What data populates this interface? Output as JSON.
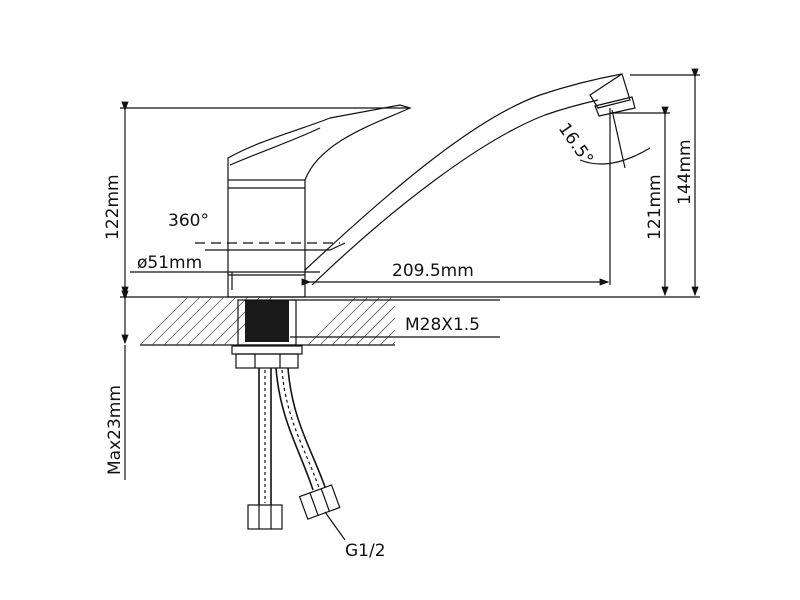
{
  "title": "Faucet technical drawing",
  "dimensions": {
    "height_body": "122mm",
    "rotation": "360°",
    "base_diameter": "ø51mm",
    "reach": "209.5mm",
    "spout_angle": "16.5°",
    "spout_height": "121mm",
    "total_height": "144mm",
    "thread": "M28X1.5",
    "max_counter": "Max23mm",
    "hose_thread": "G1/2"
  },
  "colors": {
    "line": "#111111",
    "shank": "#1a1a1a"
  }
}
